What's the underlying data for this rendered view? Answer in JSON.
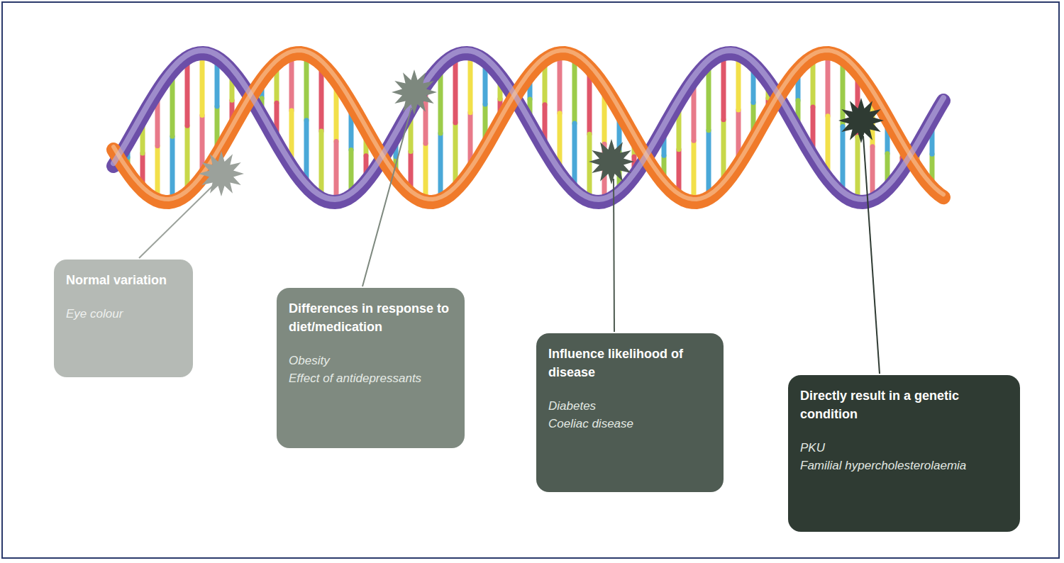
{
  "diagram": {
    "nodes": [
      {
        "text": [
          "Normal variation",
          "Eye colour"
        ]
      },
      {
        "text": [
          "Differences in response to diet/medication",
          "Obesity",
          "Effect of antidepressants"
        ]
      },
      {
        "text": [
          "Influence likelihood of disease",
          "Diabetes",
          "Coeliac disease"
        ]
      },
      {
        "text": [
          "Directly result in a genetic condition",
          "PKU",
          "Familial hypercholesterolaemia"
        ]
      }
    ]
  }
}
